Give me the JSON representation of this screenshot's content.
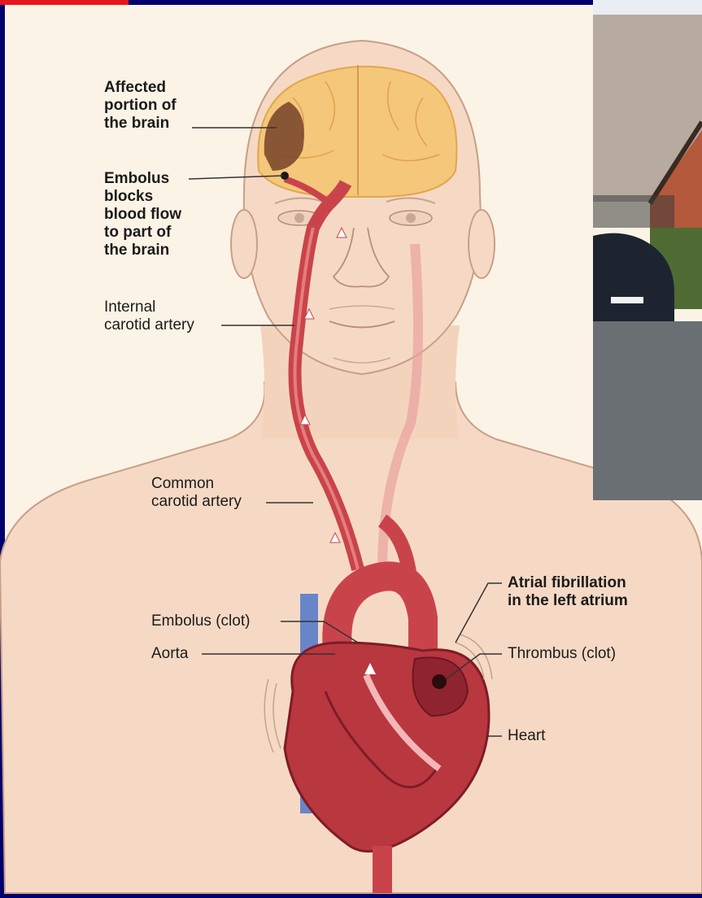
{
  "labels": {
    "affected_brain": "Affected\nportion of\nthe brain",
    "embolus_blocks": "Embolus\nblocks\nblood flow\nto part of\nthe brain",
    "internal_carotid": "Internal\ncarotid artery",
    "common_carotid": "Common\ncarotid artery",
    "embolus_clot": "Embolus (clot)",
    "aorta": "Aorta",
    "atrial_fibrillation": "Atrial fibrillation\nin the left atrium",
    "thrombus": "Thrombus (clot)",
    "heart": "Heart"
  },
  "colors": {
    "frame": "#00006e",
    "accent_tab": "#e4161b",
    "background": "#fbf3e6",
    "skin": "#f6d9c4",
    "skin_outline": "#c79f87",
    "artery": "#c9444a",
    "artery_dark": "#9c2430",
    "heart": "#b9373f",
    "heart_dark": "#7e1c27",
    "brain": "#f5c470",
    "vein_blue": "#4f77c8"
  },
  "icons": {
    "photo_inset": "street-photo-image",
    "flow_arrows": "arrow-up-icon"
  }
}
